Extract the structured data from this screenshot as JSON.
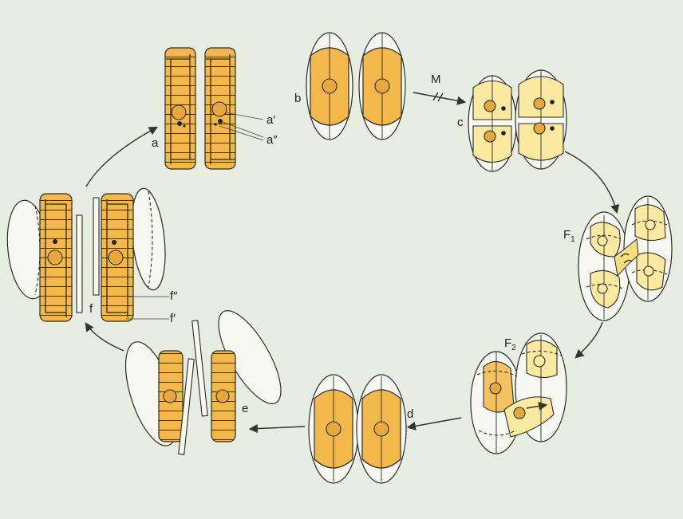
{
  "labels": {
    "a": "a",
    "a_prime": "a′",
    "a_double_prime": "a″",
    "b": "b",
    "m": "M",
    "c": "c",
    "f1_letter": "F",
    "f1_sub": "1",
    "f2_letter": "F",
    "f2_sub": "2",
    "d": "d",
    "e": "e",
    "f": "f",
    "f_prime": "f′",
    "f_double_prime": "f″"
  },
  "colors": {
    "background": "#e7ede0",
    "protoplast_orange": "#f2b84a",
    "zygote_yellow": "#fbeaa0",
    "outline": "#2a2a2a"
  }
}
